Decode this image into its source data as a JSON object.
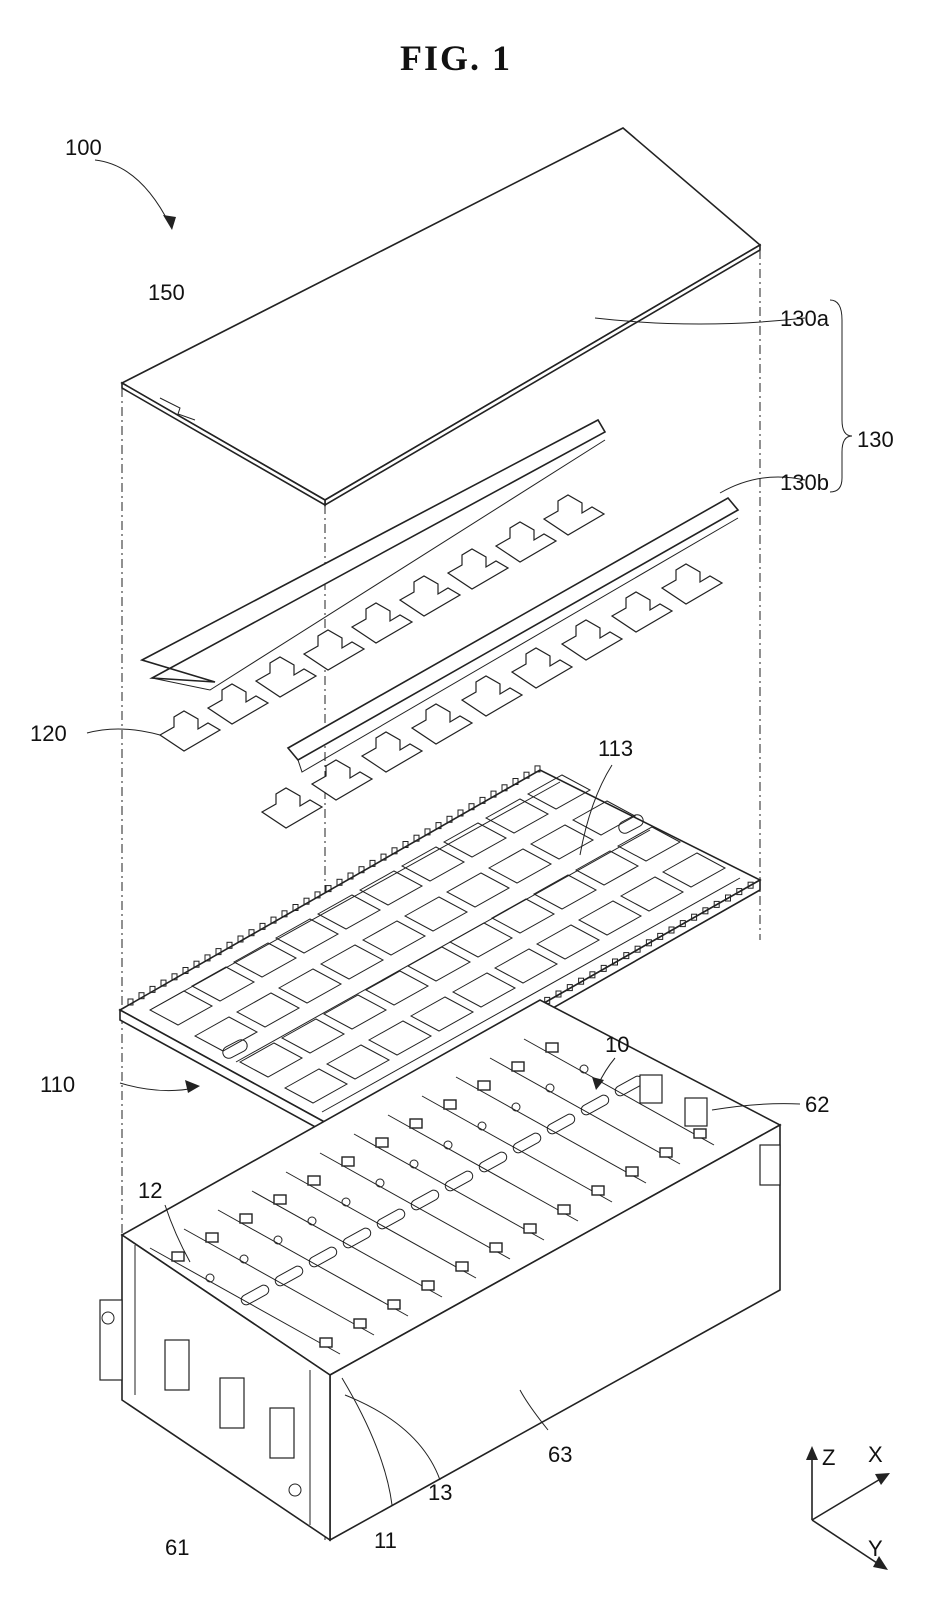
{
  "figure": {
    "title": "FIG.  1",
    "labels": {
      "l100": "100",
      "l150": "150",
      "l130a": "130a",
      "l130b": "130b",
      "l130": "130",
      "l120": "120",
      "l113": "113",
      "l110": "110",
      "l10": "10",
      "l62": "62",
      "l12": "12",
      "l63": "63",
      "l61": "61",
      "l11": "11",
      "l13": "13"
    },
    "axes": {
      "z": "Z",
      "x": "X",
      "y": "Y"
    }
  }
}
